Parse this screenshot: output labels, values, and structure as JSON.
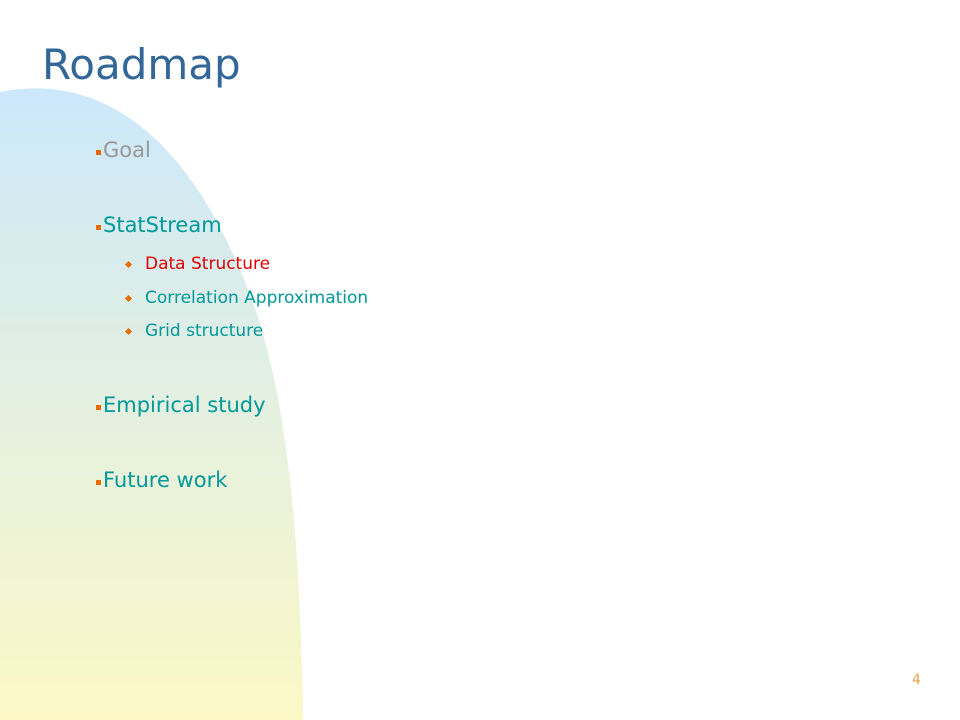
{
  "slide": {
    "title": "Roadmap",
    "page_number": "4",
    "items": [
      {
        "label": "Goal",
        "level": 1,
        "color": "#999999"
      },
      {
        "label": "StatStream",
        "level": 1,
        "color": "#009999"
      },
      {
        "label": "Data Structure",
        "level": 2,
        "color": "#e30000"
      },
      {
        "label": "Correlation Approximation",
        "level": 2,
        "color": "#009999"
      },
      {
        "label": "Grid structure",
        "level": 2,
        "color": "#009999"
      },
      {
        "label": "Empirical study",
        "level": 1,
        "color": "#009999"
      },
      {
        "label": "Future work",
        "level": 1,
        "color": "#009999"
      }
    ]
  },
  "colors": {
    "title": "#336699",
    "bullet": "#e86a00",
    "page_number": "#e8a04a",
    "background_gradient_top": "#cce8fb",
    "background_gradient_bottom": "#fcf8c6"
  }
}
